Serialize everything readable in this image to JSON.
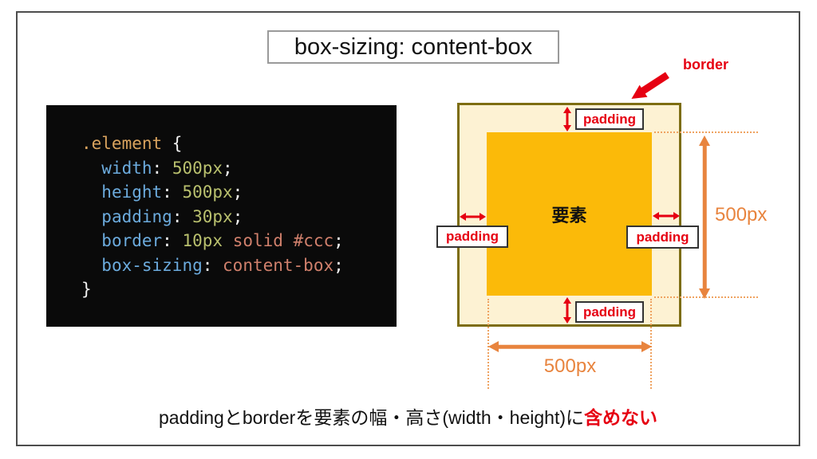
{
  "title": "box-sizing: content-box",
  "code": {
    "lines": [
      [
        {
          "t": ".element",
          "c": "sel"
        },
        {
          "t": " {",
          "c": "pln"
        }
      ],
      [
        {
          "t": "  ",
          "c": "pln"
        },
        {
          "t": "width",
          "c": "prp"
        },
        {
          "t": ": ",
          "c": "pln"
        },
        {
          "t": "500px",
          "c": "val"
        },
        {
          "t": ";",
          "c": "pln"
        }
      ],
      [
        {
          "t": "  ",
          "c": "pln"
        },
        {
          "t": "height",
          "c": "prp"
        },
        {
          "t": ": ",
          "c": "pln"
        },
        {
          "t": "500px",
          "c": "val"
        },
        {
          "t": ";",
          "c": "pln"
        }
      ],
      [
        {
          "t": "  ",
          "c": "pln"
        },
        {
          "t": "padding",
          "c": "prp"
        },
        {
          "t": ": ",
          "c": "pln"
        },
        {
          "t": "30px",
          "c": "val"
        },
        {
          "t": ";",
          "c": "pln"
        }
      ],
      [
        {
          "t": "  ",
          "c": "pln"
        },
        {
          "t": "border",
          "c": "prp"
        },
        {
          "t": ": ",
          "c": "pln"
        },
        {
          "t": "10px",
          "c": "val"
        },
        {
          "t": " ",
          "c": "pln"
        },
        {
          "t": "solid",
          "c": "kwd"
        },
        {
          "t": " ",
          "c": "pln"
        },
        {
          "t": "#ccc",
          "c": "kwd"
        },
        {
          "t": ";",
          "c": "pln"
        }
      ],
      [
        {
          "t": "  ",
          "c": "pln"
        },
        {
          "t": "box-sizing",
          "c": "prp"
        },
        {
          "t": ": ",
          "c": "pln"
        },
        {
          "t": "content-box",
          "c": "kwd"
        },
        {
          "t": ";",
          "c": "pln"
        }
      ],
      [
        {
          "t": "}",
          "c": "pln"
        }
      ]
    ]
  },
  "diagram": {
    "border_label": "border",
    "padding_label": "padding",
    "element_label": "要素",
    "width_label": "500px",
    "height_label": "500px"
  },
  "caption": {
    "text_black": "paddingとborderを要素の幅・高さ(width・height)に",
    "text_red": "含めない"
  },
  "colors": {
    "red": "#e60012",
    "orange": "#e8843e",
    "orange_dotted": "#efa361",
    "element_fill": "#fbba09",
    "padding_fill": "#fdf2d3",
    "box_border": "#7d6d12",
    "code_background": "#0a0a0a",
    "code_selector": "#d9a35e",
    "code_property": "#6cabdd",
    "code_value": "#b9c06e",
    "code_keyword": "#d0806c"
  }
}
